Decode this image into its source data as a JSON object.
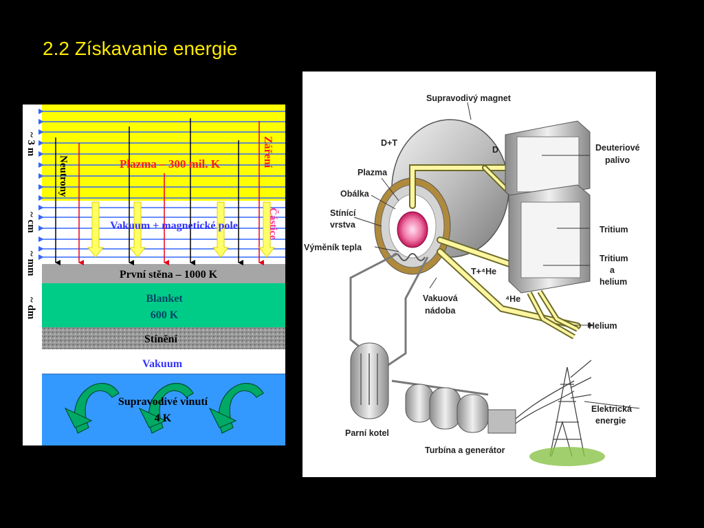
{
  "slide": {
    "title": "2.2 Získavanie energie"
  },
  "left_diagram": {
    "layers": {
      "plasma": "Plazma – 300 mil. K",
      "vacuum_field": "Vakuum + magnetické pole",
      "first_wall": "První stěna – 1000 K",
      "blanket_line1": "Blanket",
      "blanket_line2": "600 K",
      "shielding": "Stínění",
      "vacuum": "Vakuum",
      "coil_line1": "Supravodivé vinutí",
      "coil_line2": "4 K"
    },
    "side_labels": {
      "neutrons": "Neutrony",
      "radiation": "Záření",
      "particles": "Částice",
      "scale_3m": "~ 3 m",
      "scale_cm": "~ cm",
      "scale_mm": "~ mm",
      "scale_dm": "~ dm"
    },
    "colors": {
      "plasma": "#ffff00",
      "vacuum_field": "#ffffff",
      "first_wall": "#a6a6a6",
      "blanket": "#00cc88",
      "shielding": "#8c8c8c",
      "vacuum": "#ffffff",
      "coil": "#3399ff",
      "arrow_green": "#00aa66"
    }
  },
  "right_diagram": {
    "labels": {
      "magnet": "Supravodivý magnet",
      "dt": "D+T",
      "d": "D",
      "deuterium_1": "Deuteriové",
      "deuterium_2": "palivo",
      "plasma": "Plazma",
      "envelope": "Obálka",
      "shield_1": "Stínící",
      "shield_2": "vrstva",
      "heat_exchanger": "Výměník tepla",
      "tritium": "Tritium",
      "tritium_helium_1": "Tritium",
      "tritium_helium_2": "a",
      "tritium_helium_3": "helium",
      "t_he": "T+⁴He",
      "he4": "⁴He",
      "vacuum_vessel_1": "Vakuová",
      "vacuum_vessel_2": "nádoba",
      "helium": "Helium",
      "steam_boiler": "Parní kotel",
      "turbine": "Turbína a generátor",
      "electric_1": "Elektrická",
      "electric_2": "energie"
    }
  }
}
